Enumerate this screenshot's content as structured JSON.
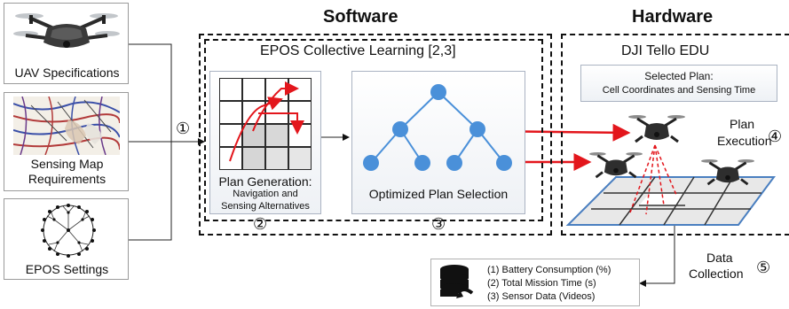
{
  "left_inputs": {
    "uav_label": "UAV Specifications",
    "sensing_label_line1": "Sensing Map",
    "sensing_label_line2": "Requirements",
    "epos_label": "EPOS Settings",
    "input_marker": "①"
  },
  "software": {
    "heading": "Software",
    "title": "EPOS Collective Learning [2,3]",
    "plan_gen_title": "Plan Generation:",
    "plan_gen_line1": "Navigation and",
    "plan_gen_line2": "Sensing Alternatives",
    "plan_gen_marker": "②",
    "optimized_label": "Optimized Plan Selection",
    "optimized_marker": "③"
  },
  "hardware": {
    "heading": "Hardware",
    "title": "DJI Tello EDU",
    "selected_plan_line1": "Selected Plan:",
    "selected_plan_line2": "Cell Coordinates and Sensing Time",
    "execution_line1": "Plan",
    "execution_line2": "Execution",
    "execution_marker": "④"
  },
  "data_collection": {
    "label_line1": "Data",
    "label_line2": "Collection",
    "marker": "⑤",
    "items": [
      "(1) Battery Consumption (%)",
      "(2) Total Mission Time (s)",
      "(3) Sensor Data (Videos)"
    ]
  },
  "colors": {
    "arrow_red": "#e3161c",
    "node_blue": "#4a90d9",
    "dash": "#111111"
  },
  "icons": [
    "drone-icon",
    "sensing-map-image",
    "epos-tree-icon",
    "database-icon"
  ]
}
